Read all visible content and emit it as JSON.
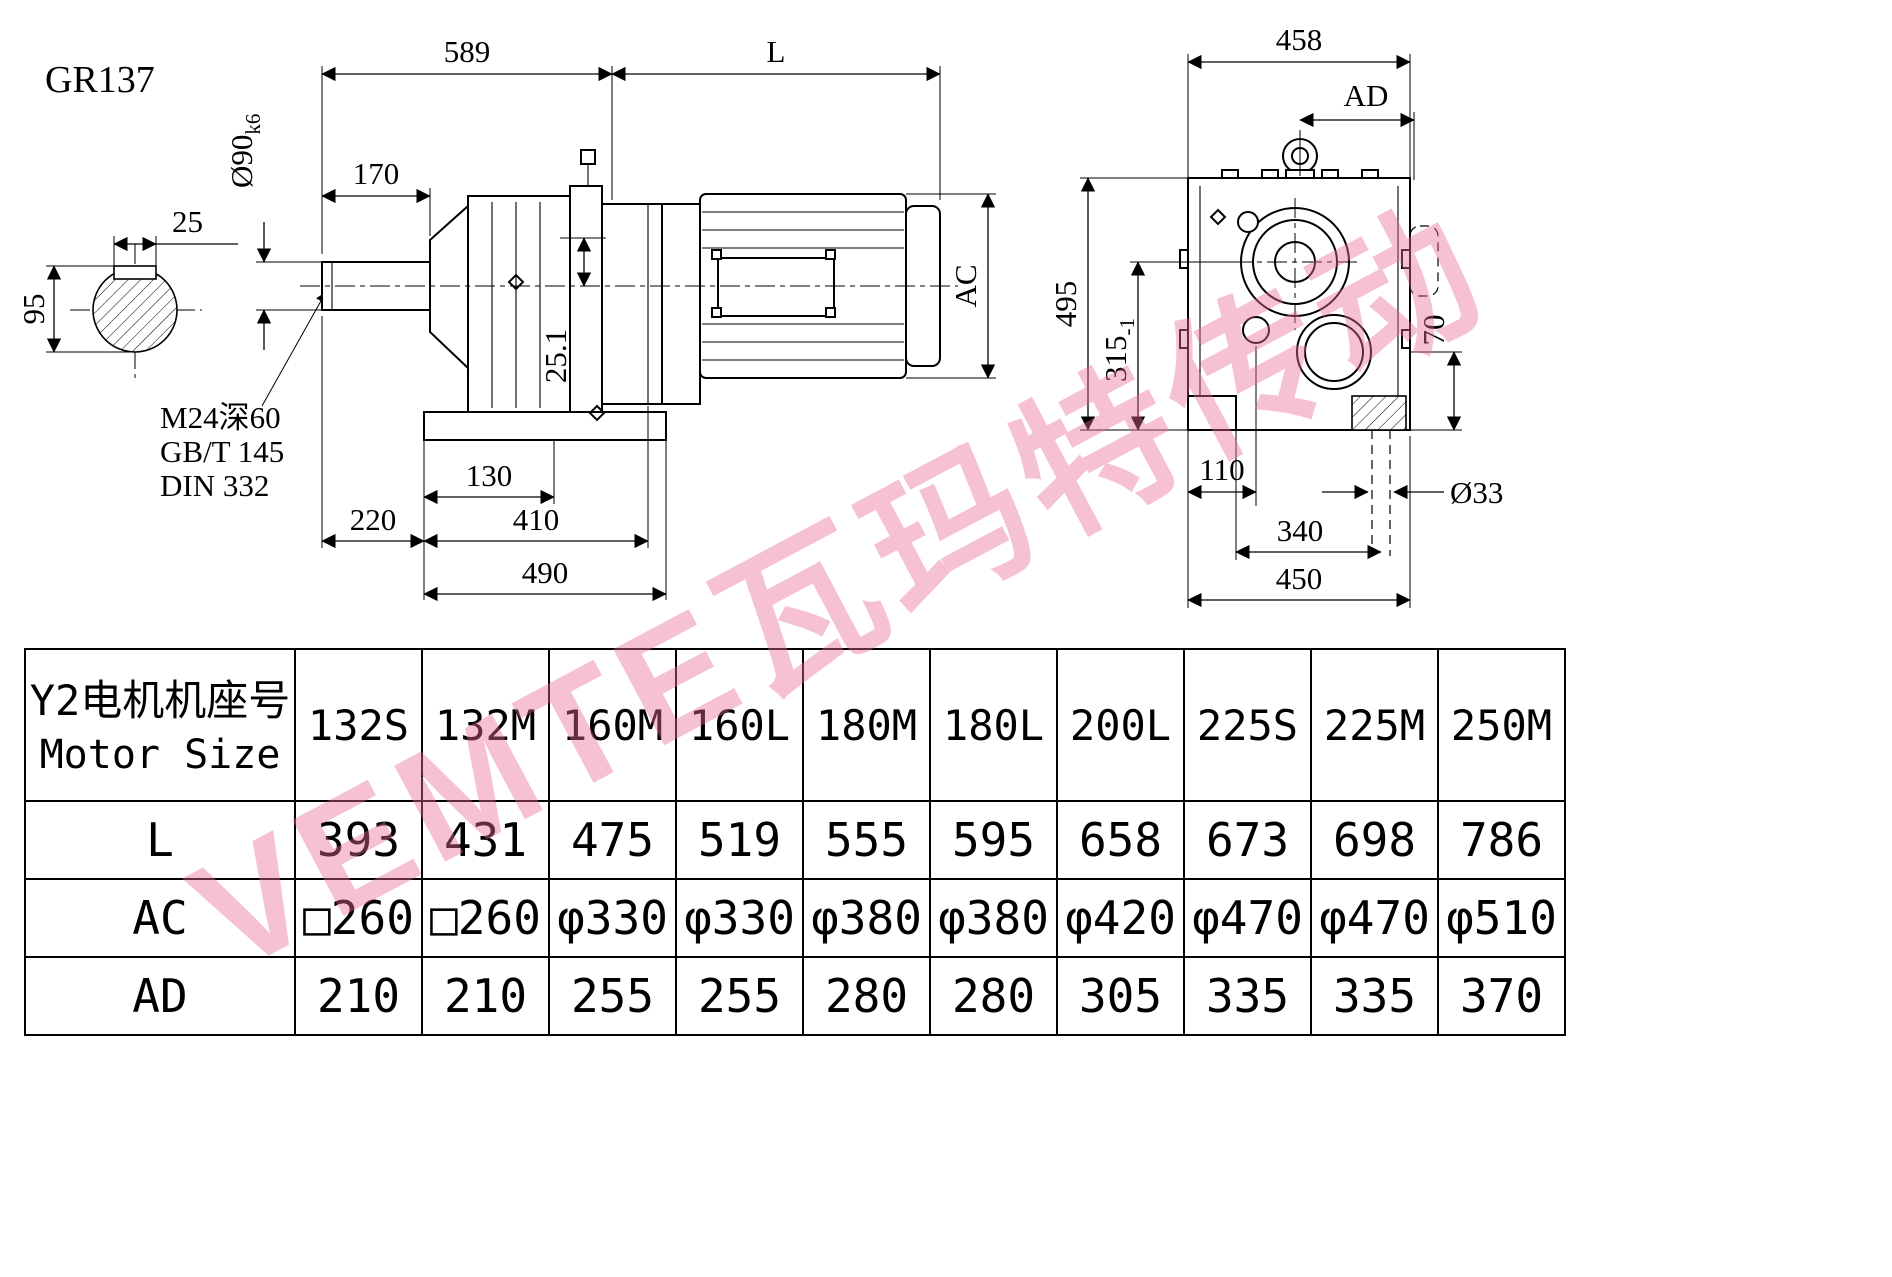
{
  "title": "GR137",
  "watermark": "VEMTE瓦玛特传动",
  "drawing": {
    "shaft_detail": {
      "dim_key_width": "25",
      "dim_height": "95",
      "note_line1": "M24深60",
      "note_line2": "GB/T 145",
      "note_line3": "DIN 332"
    },
    "side_view": {
      "dim_gearbox_length": "589",
      "dim_motor_length": "L",
      "dim_shaft_length": "170",
      "dim_shaft_diameter": "Ø90",
      "dim_shaft_tolerance": "k6",
      "dim_key_height": "25.1",
      "dim_foot_offset": "130",
      "dim_shaft_to_foot": "220",
      "dim_foot_length": "410",
      "dim_base_length": "490",
      "dim_motor_diameter": "AC"
    },
    "end_view": {
      "dim_width": "458",
      "dim_ad": "AD",
      "dim_height": "495",
      "dim_shaft_center_height": "315",
      "dim_shaft_center_tol": "-1",
      "dim_foot_inset": "110",
      "dim_foot_height": "70",
      "dim_hole_diameter": "Ø33",
      "dim_hole_spacing": "340",
      "dim_foot_width": "450"
    }
  },
  "table": {
    "header_cn": "Y2电机机座号",
    "header_en": "Motor Size",
    "columns": [
      "132S",
      "132M",
      "160M",
      "160L",
      "180M",
      "180L",
      "200L",
      "225S",
      "225M",
      "250M"
    ],
    "rows": [
      {
        "label": "L",
        "values": [
          "393",
          "431",
          "475",
          "519",
          "555",
          "595",
          "658",
          "673",
          "698",
          "786"
        ]
      },
      {
        "label": "AC",
        "values": [
          "□260",
          "□260",
          "φ330",
          "φ330",
          "φ380",
          "φ380",
          "φ420",
          "φ470",
          "φ470",
          "φ510"
        ]
      },
      {
        "label": "AD",
        "values": [
          "210",
          "210",
          "255",
          "255",
          "280",
          "280",
          "305",
          "335",
          "335",
          "370"
        ]
      }
    ]
  }
}
